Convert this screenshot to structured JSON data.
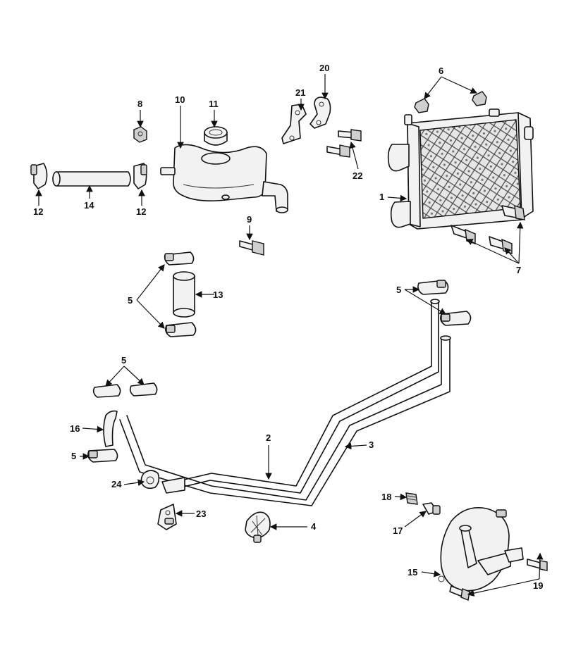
{
  "callouts": [
    {
      "id": "c1",
      "text": "1"
    },
    {
      "id": "c2",
      "text": "2"
    },
    {
      "id": "c3",
      "text": "3"
    },
    {
      "id": "c4",
      "text": "4"
    },
    {
      "id": "c5a",
      "text": "5"
    },
    {
      "id": "c5b",
      "text": "5"
    },
    {
      "id": "c5c",
      "text": "5"
    },
    {
      "id": "c5d",
      "text": "5"
    },
    {
      "id": "c6",
      "text": "6"
    },
    {
      "id": "c7",
      "text": "7"
    },
    {
      "id": "c8",
      "text": "8"
    },
    {
      "id": "c9",
      "text": "9"
    },
    {
      "id": "c10",
      "text": "10"
    },
    {
      "id": "c11",
      "text": "11"
    },
    {
      "id": "c12a",
      "text": "12"
    },
    {
      "id": "c12b",
      "text": "12"
    },
    {
      "id": "c13",
      "text": "13"
    },
    {
      "id": "c14",
      "text": "14"
    },
    {
      "id": "c15",
      "text": "15"
    },
    {
      "id": "c16",
      "text": "16"
    },
    {
      "id": "c17",
      "text": "17"
    },
    {
      "id": "c18",
      "text": "18"
    },
    {
      "id": "c19",
      "text": "19"
    },
    {
      "id": "c20",
      "text": "20"
    },
    {
      "id": "c21",
      "text": "21"
    },
    {
      "id": "c22",
      "text": "22"
    },
    {
      "id": "c23",
      "text": "23"
    },
    {
      "id": "c24",
      "text": "24"
    }
  ]
}
